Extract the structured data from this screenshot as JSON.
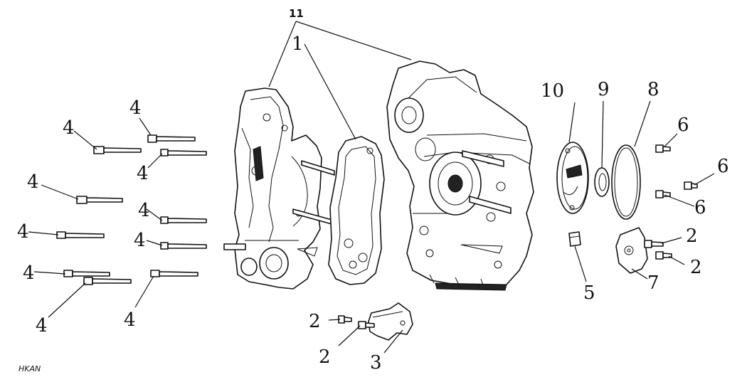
{
  "drawing_code": "HKAN",
  "callouts": {
    "c1": "1",
    "c2": "2",
    "c3": "3",
    "c4": "4",
    "c5": "5",
    "c6": "6",
    "c7": "7",
    "c8": "8",
    "c9": "9",
    "c10": "10",
    "c11": "11"
  }
}
